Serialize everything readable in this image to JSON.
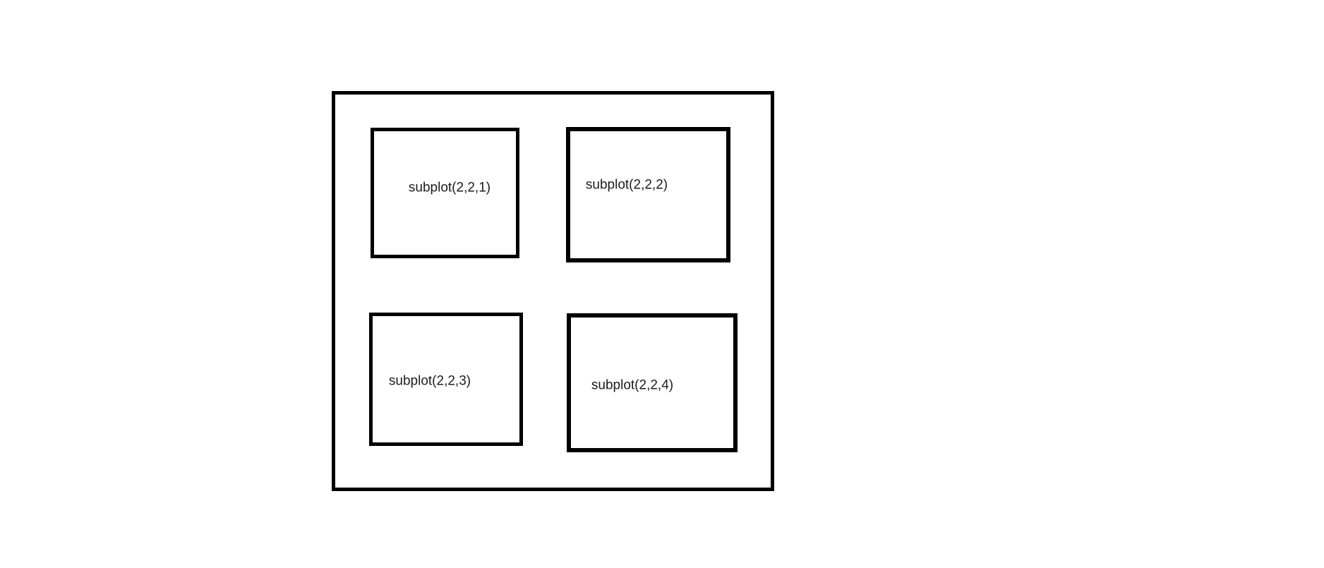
{
  "figure": {
    "type": "subplot-grid-diagram",
    "grid": {
      "rows": 2,
      "cols": 2
    },
    "colors": {
      "background": "#ffffff",
      "border": "#000000",
      "text": "#1c1c1c"
    },
    "subplots": [
      {
        "label": "subplot(2,2,1)",
        "position": "top-left"
      },
      {
        "label": "subplot(2,2,2)",
        "position": "top-right"
      },
      {
        "label": "subplot(2,2,3)",
        "position": "bottom-left"
      },
      {
        "label": "subplot(2,2,4)",
        "position": "bottom-right"
      }
    ]
  }
}
